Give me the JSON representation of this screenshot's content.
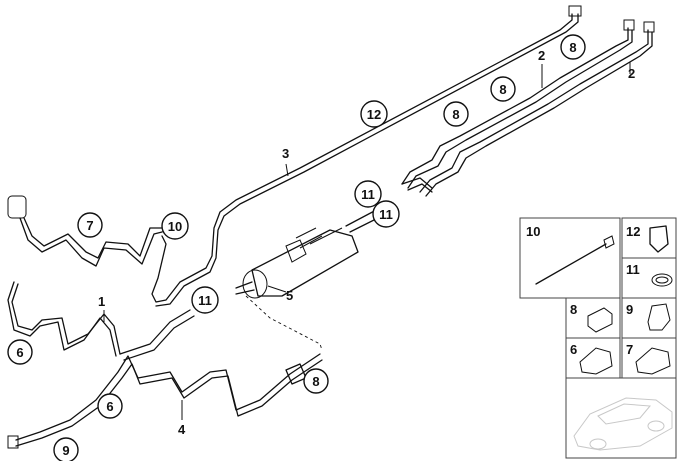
{
  "labels": {
    "p1": "1",
    "p2a": "2",
    "p2b": "2",
    "p3": "3",
    "p4": "4",
    "p5": "5"
  },
  "callouts": {
    "c12_main": "12",
    "c8_top": "8",
    "c8_mid_right": "8",
    "c8_mid_left": "8",
    "c11_upper": "11",
    "c11_lower": "11",
    "c10": "10",
    "c7": "7",
    "c11_left": "11",
    "c6_left": "6",
    "c6_lower": "6",
    "c8_lower": "8",
    "c9": "9"
  },
  "legend": {
    "p10": "10",
    "p12": "12",
    "p11": "11",
    "p8": "8",
    "p9": "9",
    "p6": "6",
    "p7": "7"
  }
}
